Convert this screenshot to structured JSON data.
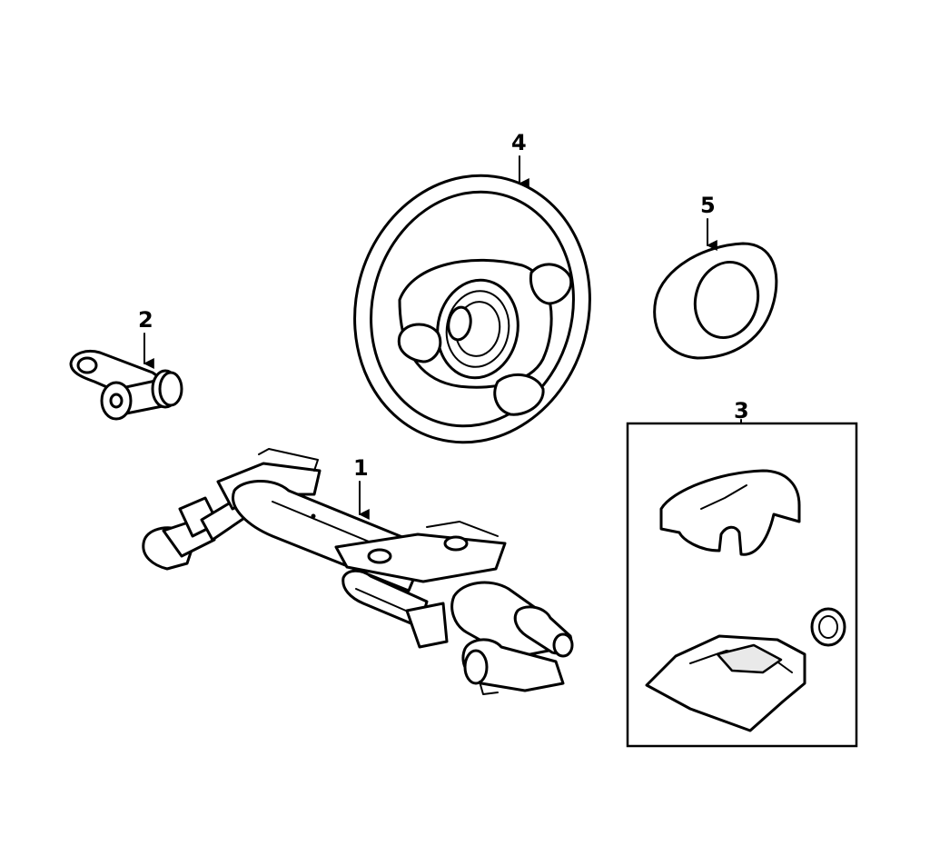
{
  "callouts": {
    "c1": "1",
    "c2": "2",
    "c3": "3",
    "c4": "4",
    "c5": "5"
  },
  "parts": [
    {
      "callout": "1",
      "icon": "steering-column-assembly"
    },
    {
      "callout": "2",
      "icon": "intermediate-shaft-yoke"
    },
    {
      "callout": "3",
      "icon": "column-shroud-set"
    },
    {
      "callout": "4",
      "icon": "steering-wheel"
    },
    {
      "callout": "5",
      "icon": "horn-pad-cover"
    }
  ],
  "colors": {
    "line": "#000000",
    "background": "#ffffff"
  }
}
